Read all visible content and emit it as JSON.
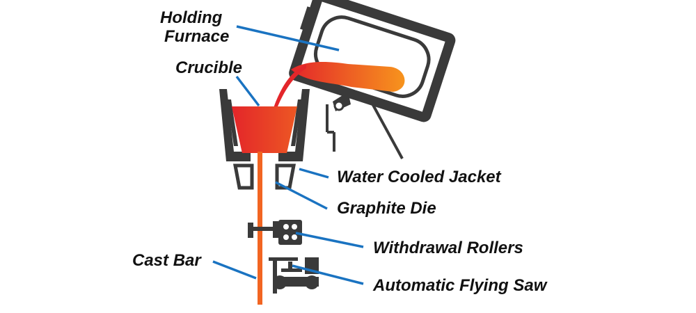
{
  "labels": {
    "holding_furnace_line1": "Holding",
    "holding_furnace_line2": "Furnace",
    "crucible": "Crucible",
    "water_cooled_jacket": "Water Cooled Jacket",
    "graphite_die": "Graphite Die",
    "withdrawal_rollers": "Withdrawal Rollers",
    "automatic_flying_saw": "Automatic Flying Saw",
    "cast_bar": "Cast Bar"
  },
  "colors": {
    "leader": "#1a73c1",
    "equipment": "#3a3a3a",
    "molten_metal_start": "#e3262a",
    "molten_metal_end": "#f7941d",
    "cast_bar": "#f26522"
  }
}
